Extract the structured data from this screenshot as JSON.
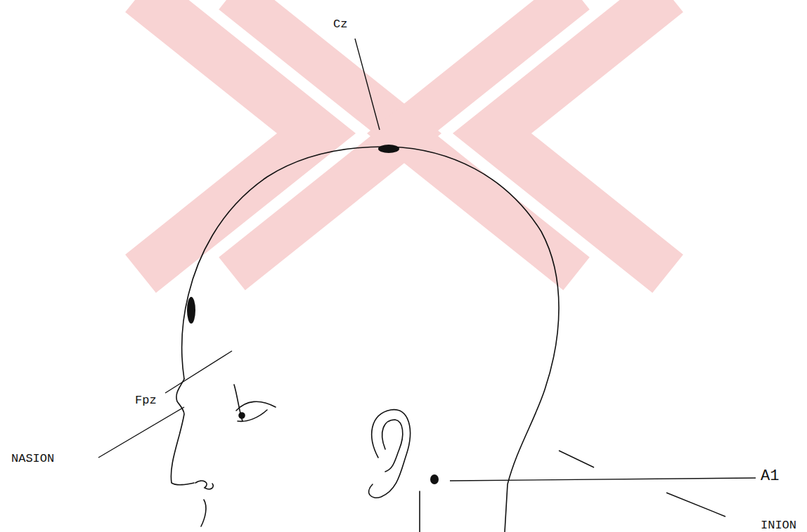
{
  "diagram": {
    "labels": [
      "Cz",
      "Fpz",
      "NASION",
      "A1",
      "INION"
    ]
  }
}
